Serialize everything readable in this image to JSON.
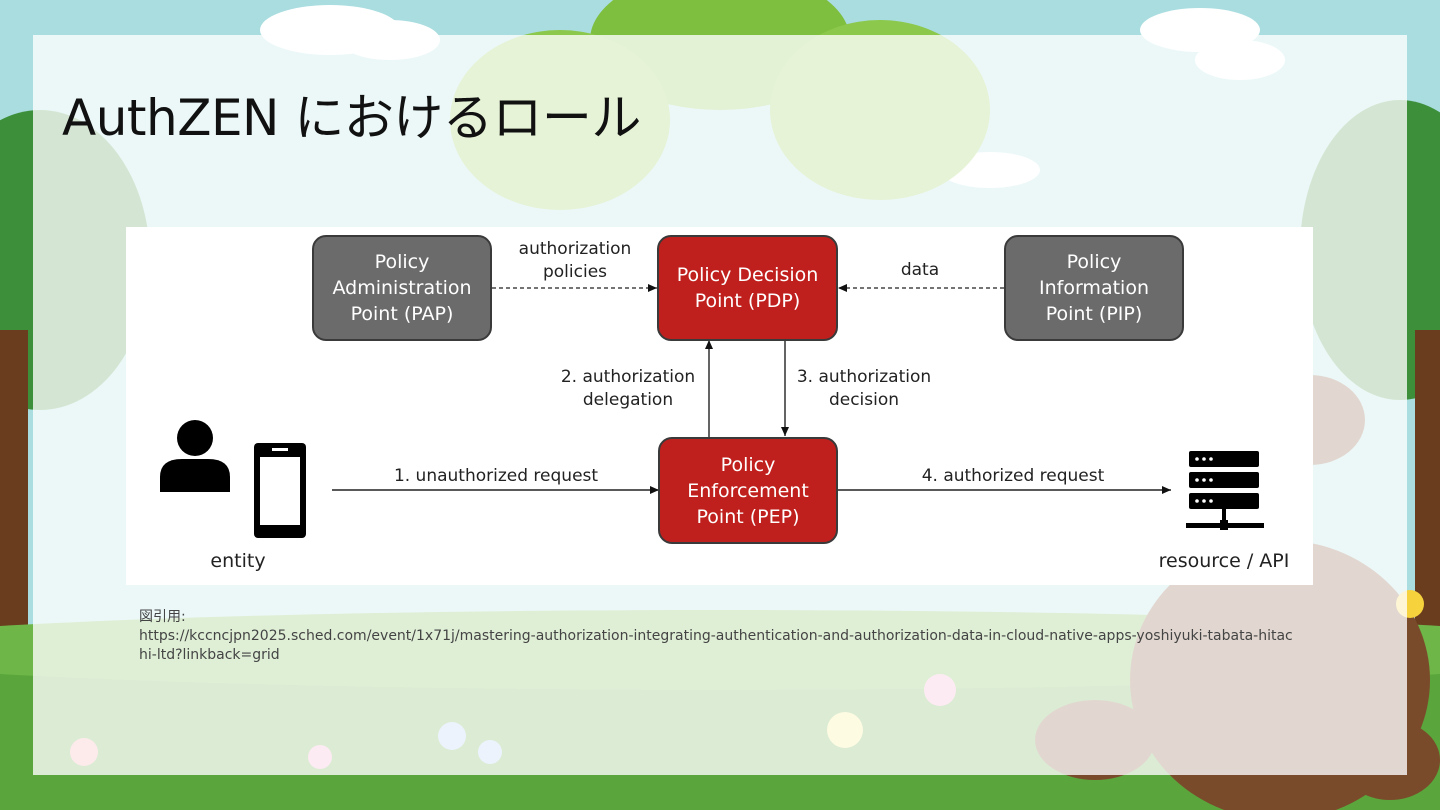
{
  "slide": {
    "title": "AuthZEN におけるロール"
  },
  "diagram": {
    "nodes": {
      "pap": "Policy\nAdministration\nPoint (PAP)",
      "pdp": "Policy Decision\nPoint (PDP)",
      "pip": "Policy\nInformation\nPoint (PIP)",
      "pep": "Policy\nEnforcement\nPoint (PEP)"
    },
    "edges": {
      "pap_to_pdp": "authorization\npolicies",
      "pip_to_pdp": "data",
      "pep_to_pdp": "2. authorization\ndelegation",
      "pdp_to_pep": "3. authorization\ndecision",
      "entity_to_pep": "1. unauthorized request",
      "pep_to_resource": "4. authorized request"
    },
    "endpoints": {
      "entity": "entity",
      "resource": "resource / API"
    },
    "icons": {
      "entity": [
        "person-icon",
        "smartphone-icon"
      ],
      "resource": "server-icon"
    },
    "colors": {
      "grey_box": "#6b6b6b",
      "red_box": "#c0201d"
    }
  },
  "caption": {
    "label": "図引用:",
    "url": "https://kccncjpn2025.sched.com/event/1x71j/mastering-authorization-integrating-authentication-and-authorization-data-in-cloud-native-apps-yoshiyuki-tabata-hitachi-ltd?linkback=grid"
  }
}
